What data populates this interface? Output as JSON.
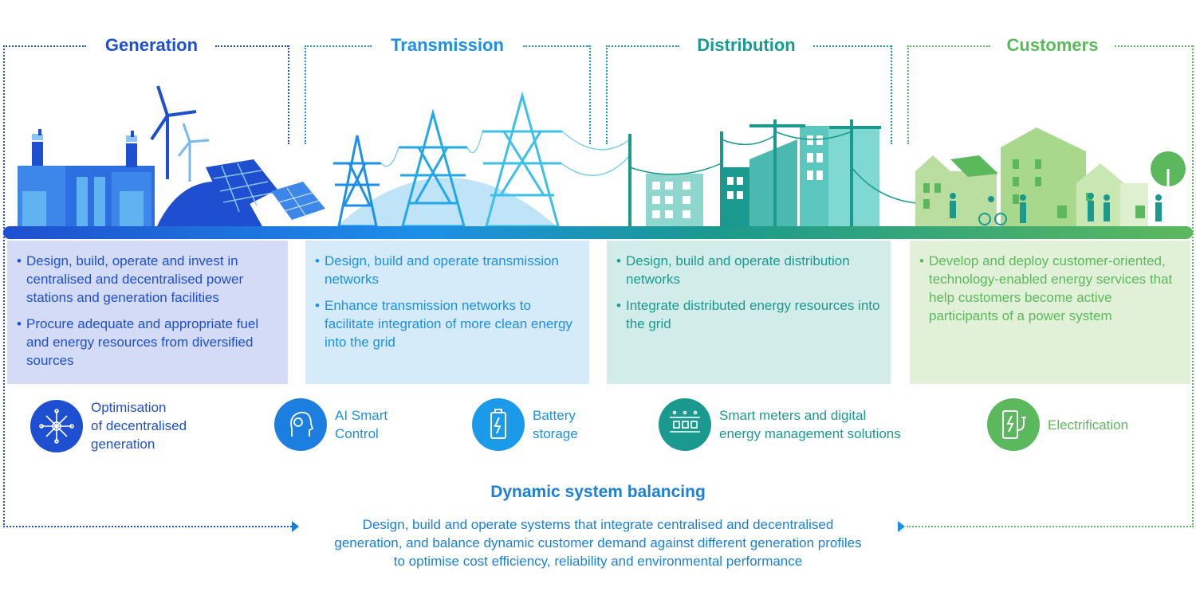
{
  "colors": {
    "generation": "#1e4fd0",
    "transmission": "#1c8fe8",
    "distribution": "#1a9a8e",
    "customers": "#5cb85c",
    "balancing": "#1c7fd8"
  },
  "stages": [
    {
      "title": "Generation",
      "bullets": [
        "Design, build, operate and invest in centralised and decentralised power stations and generation facilities",
        "Procure adequate and appropriate fuel and energy resources from diversified sources"
      ]
    },
    {
      "title": "Transmission",
      "bullets": [
        "Design, build and operate transmission networks",
        "Enhance transmission networks to facilitate integration of more clean energy into the grid"
      ]
    },
    {
      "title": "Distribution",
      "bullets": [
        "Design, build and operate distribution networks",
        "Integrate distributed energy resources into the grid"
      ]
    },
    {
      "title": "Customers",
      "bullets": [
        "Develop and deploy customer-oriented, technology-enabled energy services that help customers become active participants of a power system"
      ]
    }
  ],
  "technologies": [
    {
      "label_lines": [
        "Optimisation",
        "of decentralised",
        "generation"
      ],
      "icon": "network-icon"
    },
    {
      "label_lines": [
        "AI Smart",
        "Control"
      ],
      "icon": "ai-head-icon"
    },
    {
      "label_lines": [
        "Battery",
        "storage"
      ],
      "icon": "battery-icon"
    },
    {
      "label_lines": [
        "Smart meters and digital",
        "energy management solutions"
      ],
      "icon": "smart-meter-icon"
    },
    {
      "label_lines": [
        "Electrification"
      ],
      "icon": "ev-charger-icon"
    }
  ],
  "balancing": {
    "title": "Dynamic system balancing",
    "description_lines": [
      "Design, build and operate systems that integrate centralised and decentralised",
      "generation, and balance dynamic customer demand against different generation profiles",
      "to optimise cost efficiency, reliability and environmental performance"
    ]
  }
}
